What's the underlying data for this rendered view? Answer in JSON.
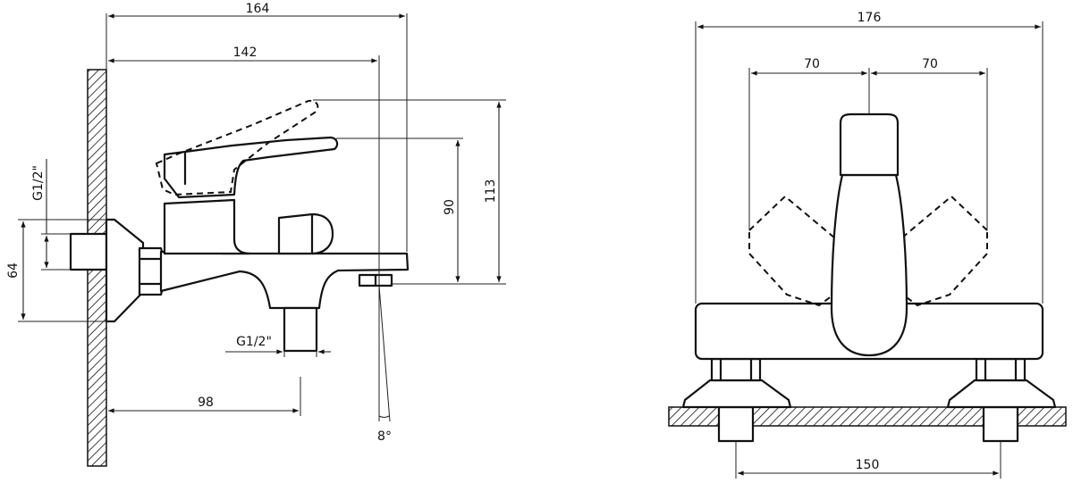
{
  "side_view": {
    "overall_length": "164",
    "spout_length": "142",
    "lever_height_raised": "113",
    "lever_height": "90",
    "wall_connection_thread": "G1/2\"",
    "wall_flange_height": "64",
    "outlet_thread": "G1/2\"",
    "outlet_distance": "98",
    "spout_angle": "8°"
  },
  "front_view": {
    "overall_width": "176",
    "lever_swing_left": "70",
    "lever_swing_right": "70",
    "inlet_spacing": "150"
  }
}
